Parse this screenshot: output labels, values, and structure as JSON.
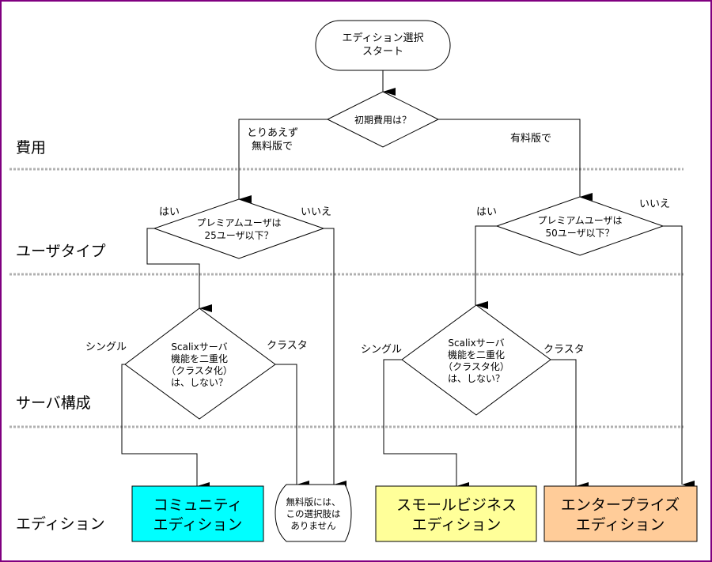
{
  "title": "エディション選択フローチャート",
  "lanes": [
    {
      "label": "費用"
    },
    {
      "label": "ユーザタイプ"
    },
    {
      "label": "サーバ構成"
    },
    {
      "label": "エディション"
    }
  ],
  "start": {
    "lines": [
      "エディション選択",
      "スタート"
    ]
  },
  "q_cost": {
    "text": "初期費用は？",
    "left_label": [
      "とりあえず",
      "無料版で"
    ],
    "right_label": "有料版で"
  },
  "q_users_free": {
    "lines": [
      "プレミアムユーザは",
      "25ユーザ以下？"
    ],
    "yes": "はい",
    "no": "いいえ"
  },
  "q_users_paid": {
    "lines": [
      "プレミアムユーザは",
      "50ユーザ以下？"
    ],
    "yes": "はい",
    "no": "いいえ"
  },
  "q_cluster_free": {
    "lines": [
      "Scalixサーバ",
      "機能を二重化",
      "（クラスタ化）",
      "は、しない？"
    ],
    "yes": "シングル",
    "no": "クラスタ"
  },
  "q_cluster_paid": {
    "lines": [
      "Scalixサーバ",
      "機能を二重化",
      "（クラスタ化）",
      "は、しない？"
    ],
    "yes": "シングル",
    "no": "クラスタ"
  },
  "editions": {
    "community": {
      "lines": [
        "コミュニティ",
        "エディション"
      ],
      "color": "#00ffff"
    },
    "none": {
      "lines": [
        "無料版には、",
        "この選択肢は",
        "ありません"
      ],
      "color": "#ffffff"
    },
    "small_business": {
      "lines": [
        "スモールビジネス",
        "エディション"
      ],
      "color": "#ffff99"
    },
    "enterprise": {
      "lines": [
        "エンタープライズ",
        "エディション"
      ],
      "color": "#ffcc99"
    }
  }
}
